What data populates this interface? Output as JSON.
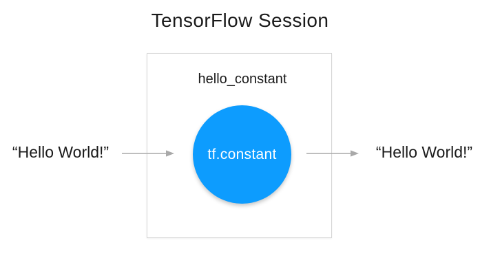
{
  "title": "TensorFlow Session",
  "session_box": {
    "node_label": "hello_constant",
    "node_op": "tf.constant"
  },
  "io": {
    "input_text": "“Hello World!”",
    "output_text": "“Hello World!”"
  },
  "icons": {
    "input_arrow": "right-arrow",
    "output_arrow": "right-arrow"
  },
  "colors": {
    "node_fill": "#0D9CFE",
    "node_text": "#FFFFFF",
    "arrow": "#A9A9A9",
    "box_border": "#D5D5D5",
    "text": "#1A1A1A",
    "background": "#FFFFFF"
  }
}
